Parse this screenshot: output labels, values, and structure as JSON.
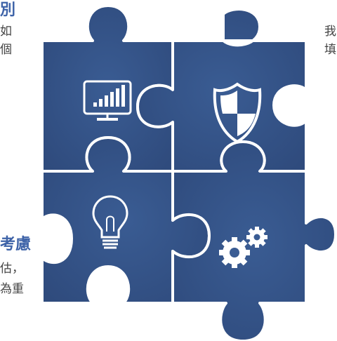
{
  "texts": {
    "top_left_heading": "別",
    "top_left_line1": "如",
    "top_left_line2": "個",
    "top_right_line1": "我",
    "top_right_line2": "填",
    "bottom_left_heading": "考慮",
    "bottom_left_line1": "估，",
    "bottom_left_line2": "為重"
  },
  "puzzle": {
    "pieces": [
      {
        "name": "monitor-chart-piece",
        "icon": "monitor-chart-icon"
      },
      {
        "name": "security-shield-piece",
        "icon": "shield-icon"
      },
      {
        "name": "lightbulb-piece",
        "icon": "lightbulb-icon"
      },
      {
        "name": "gears-piece",
        "icon": "gears-icon"
      }
    ],
    "colors": {
      "fill_center": "#3A5C93",
      "fill_edge": "#2F4B7D",
      "stroke": "#ffffff",
      "icon": "#ffffff"
    }
  }
}
